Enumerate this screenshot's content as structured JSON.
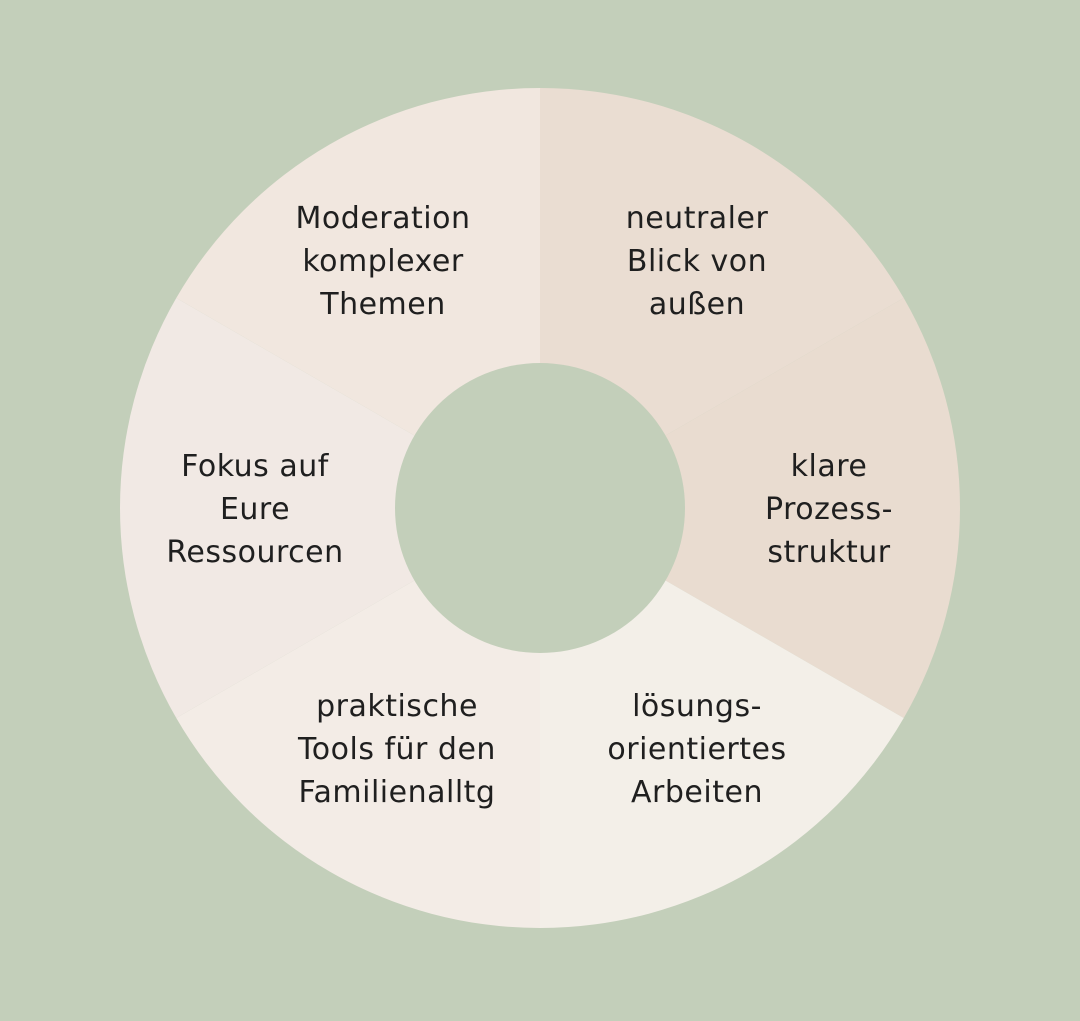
{
  "background_color": "#c3cfba",
  "hole_color": "#c3cfba",
  "text_color": "#1f1f1f",
  "segments": [
    {
      "lines": [
        "neutraler",
        "Blick von",
        "außen"
      ],
      "color": "#eaddd2"
    },
    {
      "lines": [
        "klare",
        "Prozess-",
        "struktur"
      ],
      "color": "#e9dcd0"
    },
    {
      "lines": [
        "lösungs-",
        "orientiertes",
        "Arbeiten"
      ],
      "color": "#f3efe8"
    },
    {
      "lines": [
        "praktische",
        "Tools für den",
        "Familienalltg"
      ],
      "color": "#f3ece6"
    },
    {
      "lines": [
        "Fokus auf",
        "Eure",
        "Ressourcen"
      ],
      "color": "#f1e9e4"
    },
    {
      "lines": [
        "Moderation",
        "komplexer",
        "Themen"
      ],
      "color": "#f1e7df"
    }
  ]
}
